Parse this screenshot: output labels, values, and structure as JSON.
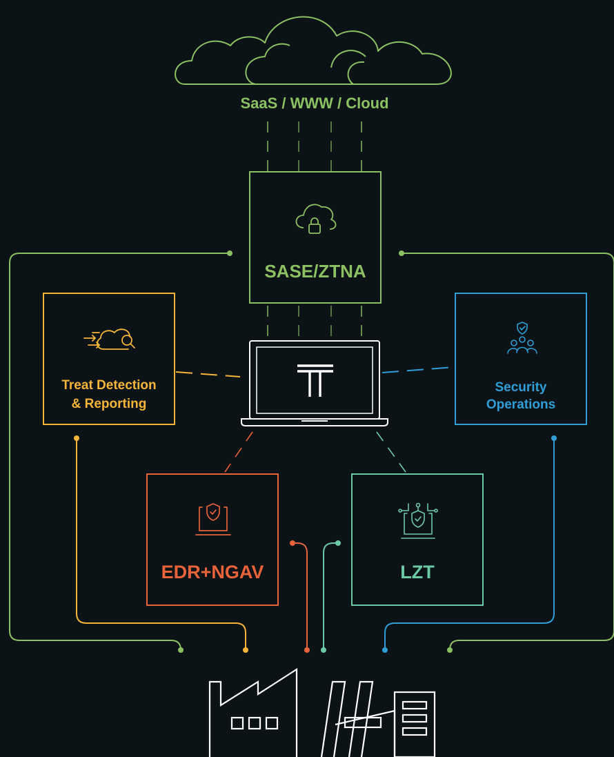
{
  "colors": {
    "background": "#0c1317",
    "green": "#8cc163",
    "yellow": "#f7b539",
    "blue": "#2f9ed6",
    "orange": "#e8623a",
    "teal": "#6cc9a6",
    "white": "#ffffff"
  },
  "diagram": {
    "cloud": {
      "label": "SaaS / WWW / Cloud",
      "icon": "cloud-icon"
    },
    "nodes": {
      "sase": {
        "label": "SASE/ZTNA",
        "icon": "cloud-lock-icon"
      },
      "threat": {
        "line1": "Treat Detection",
        "line2": "& Reporting",
        "icon": "cloud-search-icon"
      },
      "secops": {
        "line1": "Security",
        "line2": "Operations",
        "icon": "team-shield-icon"
      },
      "edr": {
        "label": "EDR+NGAV",
        "icon": "laptop-shield-icon"
      },
      "lzt": {
        "label": "LZT",
        "icon": "laptop-network-shield-icon"
      }
    },
    "endpoint": {
      "icon": "laptop-logo-icon"
    },
    "bottom": {
      "icon": "factory-building-icon"
    }
  }
}
